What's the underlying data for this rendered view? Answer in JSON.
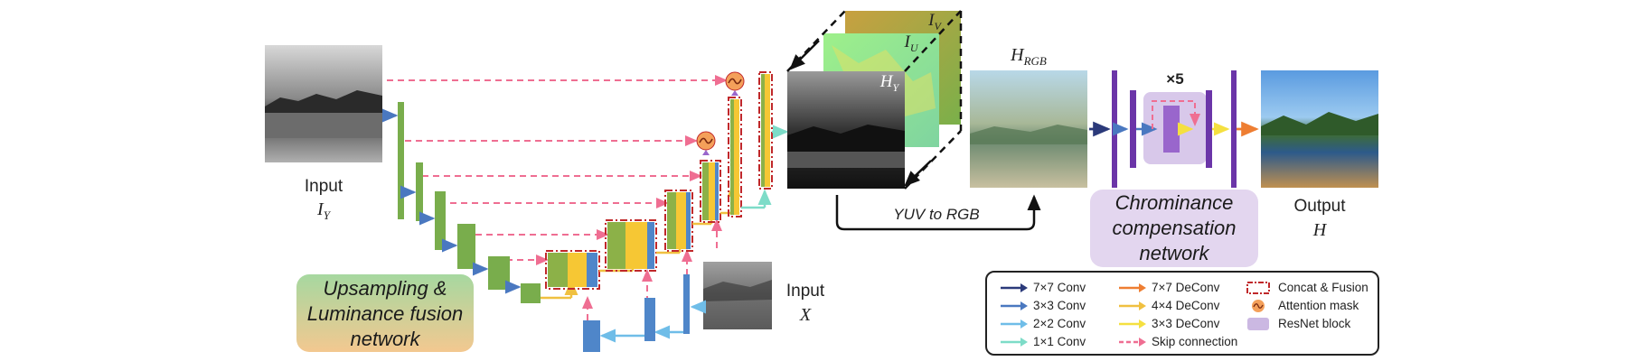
{
  "labels": {
    "input_iy_word": "Input",
    "input_iy_sym": "I",
    "input_iy_sub": "Y",
    "input_x_word": "Input",
    "input_x_sym": "X",
    "output_word": "Output",
    "output_sym": "H",
    "hrgb_sym": "H",
    "hrgb_sub": "RGB",
    "hy_sym": "H",
    "hy_sub": "Y",
    "iu_sym": "I",
    "iu_sub": "U",
    "iv_sym": "I",
    "iv_sub": "V",
    "yuv_to_rgb": "YUV  to  RGB",
    "times5": "×5"
  },
  "boxes": {
    "upsampling": [
      "Upsampling &",
      "Luminance fusion",
      "network"
    ],
    "chrominance": [
      "Chrominance",
      "compensation",
      "network"
    ]
  },
  "legend": [
    {
      "label": "7×7 Conv",
      "kind": "arrow",
      "color": "#2b3a7a"
    },
    {
      "label": "3×3 Conv",
      "kind": "arrow",
      "color": "#4a78c0"
    },
    {
      "label": "2×2 Conv",
      "kind": "arrow",
      "color": "#6fbde8"
    },
    {
      "label": "1×1 Conv",
      "kind": "arrow",
      "color": "#7ddcc8"
    },
    {
      "label": "7×7 DeConv",
      "kind": "arrow",
      "color": "#ee7e32"
    },
    {
      "label": "4×4 DeConv",
      "kind": "arrow",
      "color": "#f0c040"
    },
    {
      "label": "3×3 DeConv",
      "kind": "arrow",
      "color": "#f5e040"
    },
    {
      "label": "Skip connection",
      "kind": "dashed-arrow",
      "color": "#ef6e92"
    },
    {
      "label": "Concat & Fusion",
      "kind": "concat-box",
      "color": "#c0282a"
    },
    {
      "label": "Attention mask",
      "kind": "attention-icon",
      "color": "#f4a05a"
    },
    {
      "label": "ResNet block",
      "kind": "resnet-box",
      "color": "#cbb8e2"
    }
  ],
  "colors": {
    "green": "#79ad4c",
    "blue": "#4f86c9",
    "yellow": "#f6c734",
    "red_dash": "#c0282a",
    "pink_skip": "#ef6e92",
    "purple": "#6b35a8",
    "purple_light": "#9966cc",
    "resnet_bg": "#d8c8ea",
    "box_green": "#a6d8a0",
    "box_orange": "#f3c890",
    "box_lavender": "#e3d6ef"
  }
}
